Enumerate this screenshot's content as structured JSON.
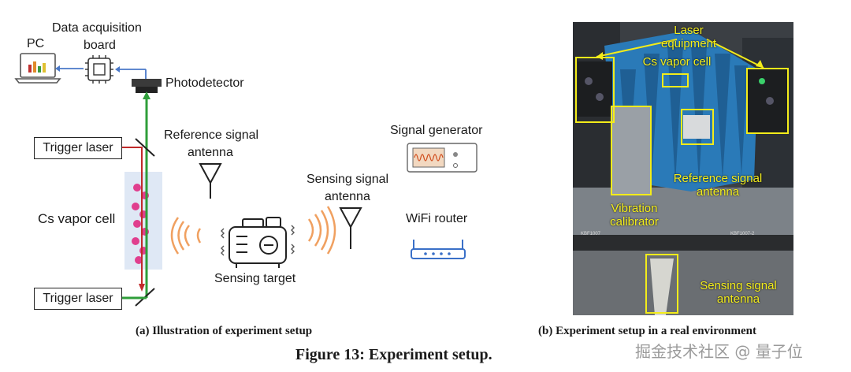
{
  "illustration": {
    "pc_label": "PC",
    "daq_label_1": "Data acquisition",
    "daq_label_2": "board",
    "photodetector_label": "Photodetector",
    "trigger_laser_top": "Trigger laser",
    "trigger_laser_bottom": "Trigger laser",
    "cs_vapor_cell_label": "Cs vapor cell",
    "reference_antenna_1": "Reference signal",
    "reference_antenna_2": "antenna",
    "sensing_target_label": "Sensing target",
    "sensing_antenna_1": "Sensing signal",
    "sensing_antenna_2": "antenna",
    "signal_generator_label": "Signal generator",
    "wifi_router_label": "WiFi router"
  },
  "photo": {
    "laser_equipment_1": "Laser",
    "laser_equipment_2": "equipment",
    "cs_vapor_cell": "Cs vapor cell",
    "reference_antenna_1": "Reference signal",
    "reference_antenna_2": "antenna",
    "vibration_1": "Vibration",
    "vibration_2": "calibrator",
    "sensing_antenna_1": "Sensing signal",
    "sensing_antenna_2": "antenna",
    "plate_text_left": "KBF1007",
    "plate_text_right": "KBF1007-2"
  },
  "captions": {
    "sub_a": "(a) Illustration of experiment setup",
    "sub_b": "(b) Experiment setup in a real environment",
    "figure": "Figure 13: Experiment setup."
  },
  "watermark": {
    "text": "掘金技术社区 @ 量子位"
  },
  "colors": {
    "laser_green": "#2f9e3a",
    "laser_red": "#c02a2a",
    "signal_blue": "#4a78c8",
    "wave_orange": "#f0a060",
    "photo_highlight": "#f3ec1a",
    "absorber_blue": "#2a7ab8"
  }
}
